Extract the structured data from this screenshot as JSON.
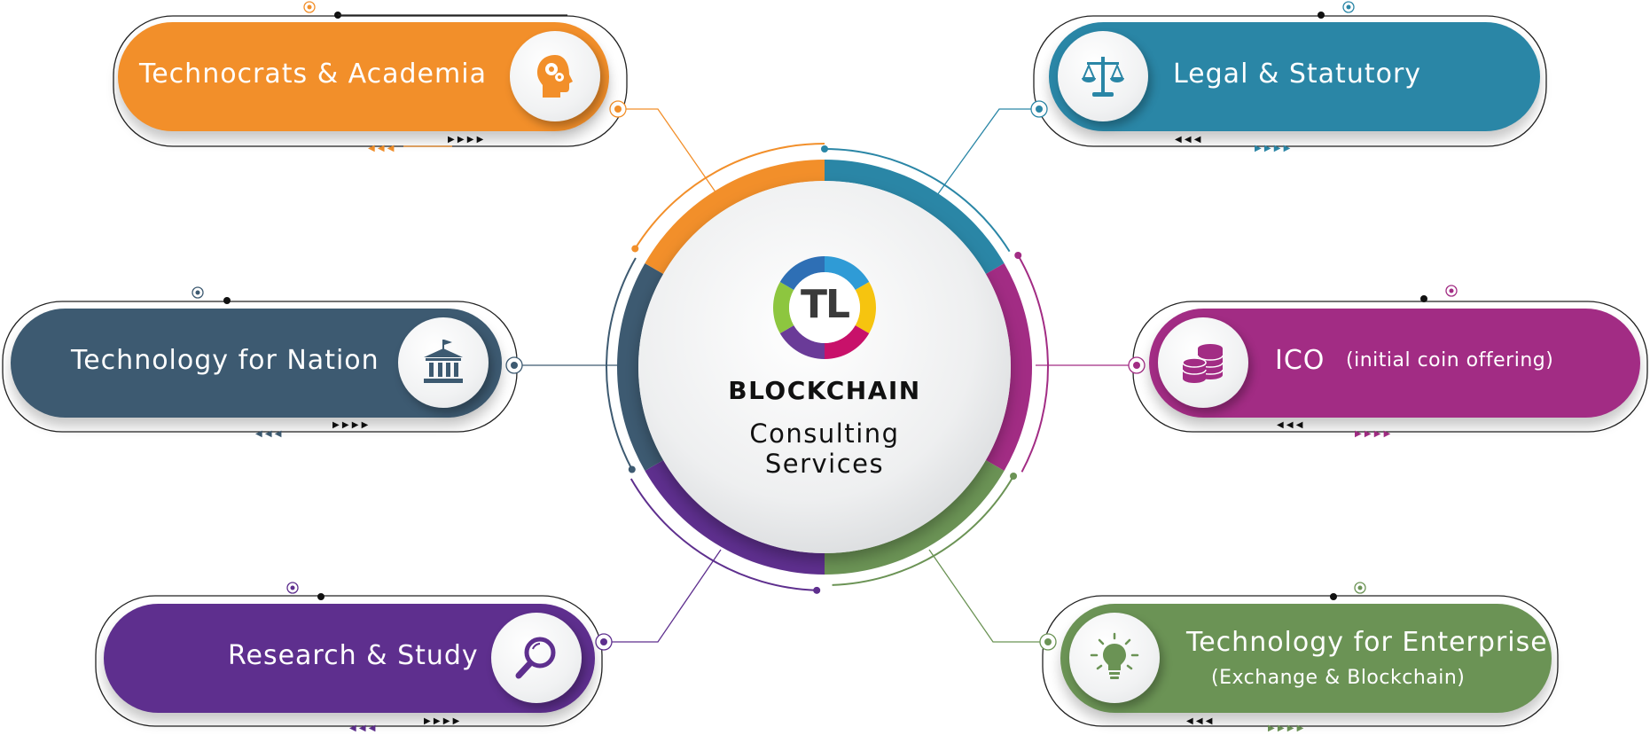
{
  "center": {
    "logo_text": "TL",
    "title_line1": "BLOCKCHAIN",
    "title_line2": "Consulting Services",
    "logo_segment_colors": [
      "#2f9bd6",
      "#f6c40f",
      "#c8116a",
      "#6a3b98",
      "#8dc63f",
      "#2e6fb5"
    ]
  },
  "branches": [
    {
      "id": "technocrats",
      "label": "Technocrats & Academia",
      "sublabel": "",
      "icon": "head-gears-icon",
      "color": "#f28f2a"
    },
    {
      "id": "legal",
      "label": "Legal & Statutory",
      "sublabel": "",
      "icon": "scales-icon",
      "color": "#2a86a6"
    },
    {
      "id": "nation",
      "label": "Technology for Nation",
      "sublabel": "",
      "icon": "government-building-icon",
      "color": "#3d5a71"
    },
    {
      "id": "ico",
      "label": "ICO",
      "sublabel": "(initial coin offering)",
      "icon": "coins-stack-icon",
      "color": "#a22c84"
    },
    {
      "id": "research",
      "label": "Research & Study",
      "sublabel": "",
      "icon": "magnifier-icon",
      "color": "#5e2f8e"
    },
    {
      "id": "enterprise",
      "label": "Technology for Enterprise",
      "sublabel": "(Exchange & Blockchain)",
      "icon": "lightbulb-icon",
      "color": "#6b9355"
    }
  ]
}
